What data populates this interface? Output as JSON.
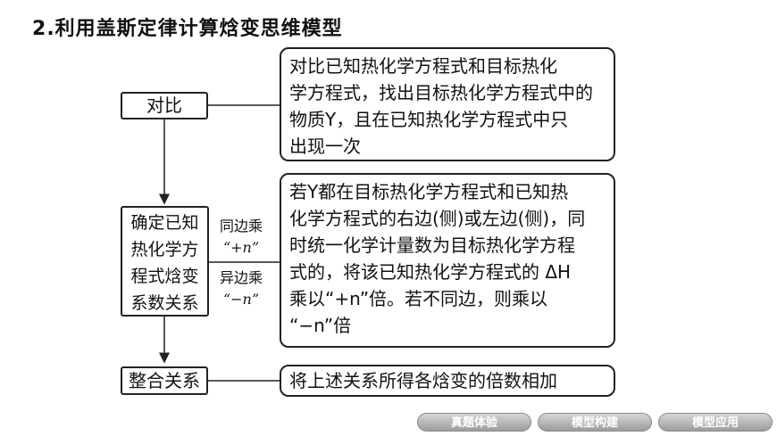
{
  "title": {
    "number": "2",
    "text": ".利用盖斯定律计算焓变思维模型"
  },
  "steps": {
    "compare": "对比",
    "determine": "确定已知热化学方程式焓变系数关系",
    "determine_lines": [
      "确定已知",
      "热化学方",
      "程式焓变",
      "系数关系"
    ],
    "combine": "整合关系"
  },
  "branch_labels": {
    "same_side": [
      "同边乘",
      "“+n”"
    ],
    "opposite_side": [
      "异边乘",
      "“−n”"
    ]
  },
  "descriptions": {
    "compare": "对比已知热化学方程式和目标热化\n学方程式，找出目标热化学方程式中的\n物质Y，且在已知热化学方程式中只\n出现一次",
    "determine": "若Y都在目标热化学方程式和已知热\n化学方程式的右边(侧)或左边(侧)，同\n时统一化学计量数为目标热化学方程\n式的，将该已知热化学方程式的 ΔH\n乘以“+n”倍。若不同边，则乘以\n“−n”倍",
    "combine": "将上述关系所得各焓变的倍数相加"
  },
  "nav": {
    "btn1": "真题体验",
    "btn2": "模型构建",
    "btn3": "模型应用"
  }
}
